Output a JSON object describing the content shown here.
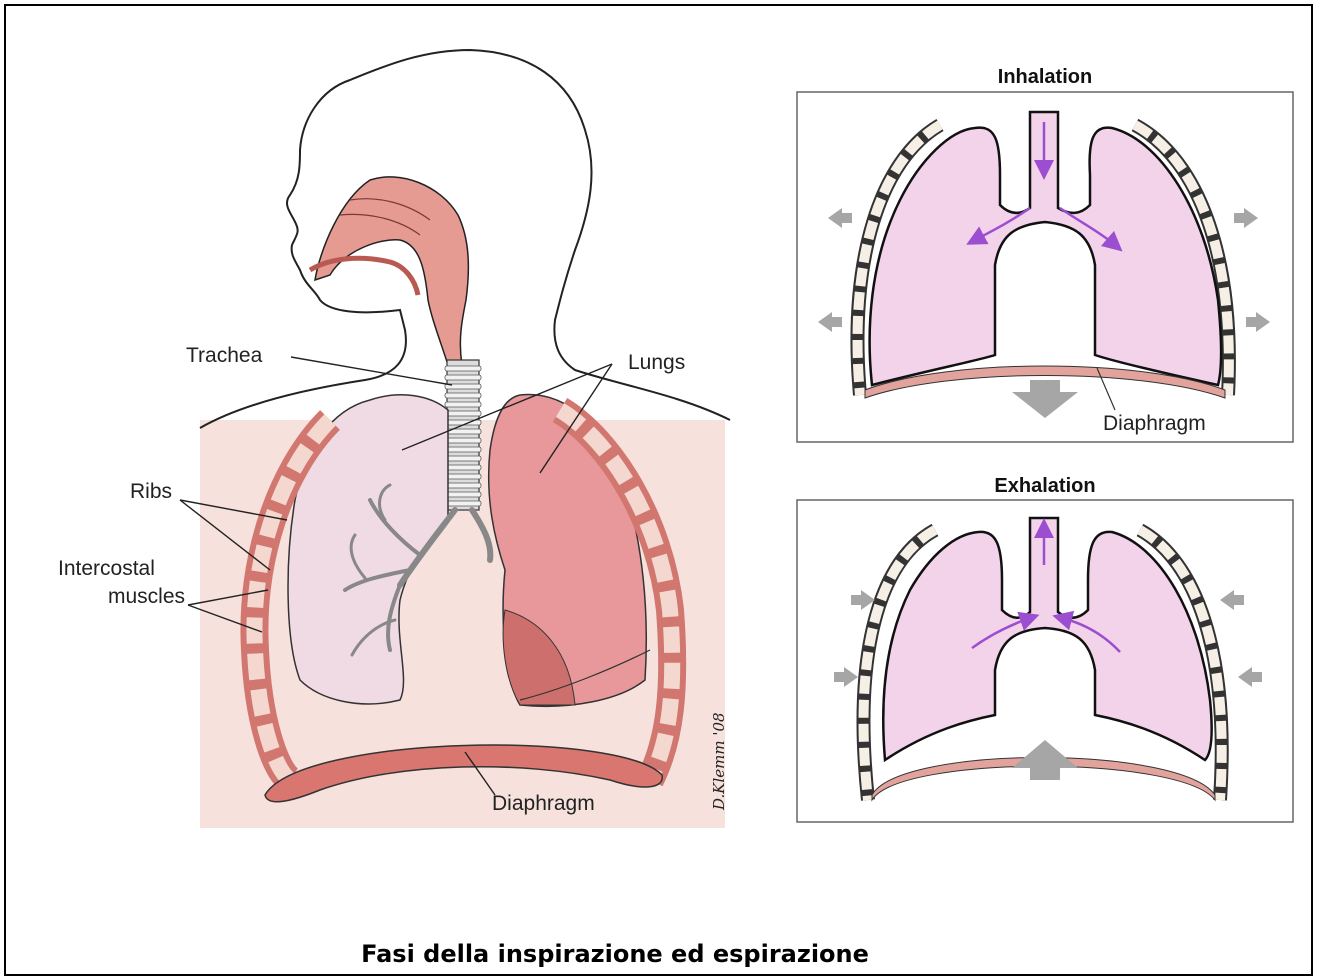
{
  "labels": {
    "trachea": "Trachea",
    "lungs": "Lungs",
    "ribs": "Ribs",
    "intercostal_line1": "Intercostal",
    "intercostal_line2": "muscles",
    "diaphragm_main": "Diaphragm",
    "signature": "D.Klemm '08"
  },
  "panels": {
    "inhalation": {
      "title": "Inhalation",
      "diaphragm_label": "Diaphragm"
    },
    "exhalation": {
      "title": "Exhalation"
    }
  },
  "caption": "Fasi della inspirazione ed espirazione",
  "colors": {
    "skin": "#f6e1dc",
    "tissue": "#e59a92",
    "lung_left": "#f0dbe4",
    "lung_right": "#e8979a",
    "lung_panel": "#f3d3ea",
    "airflow_arrow": "#9b4fd0",
    "movement_arrow": "#a6a6a6"
  }
}
